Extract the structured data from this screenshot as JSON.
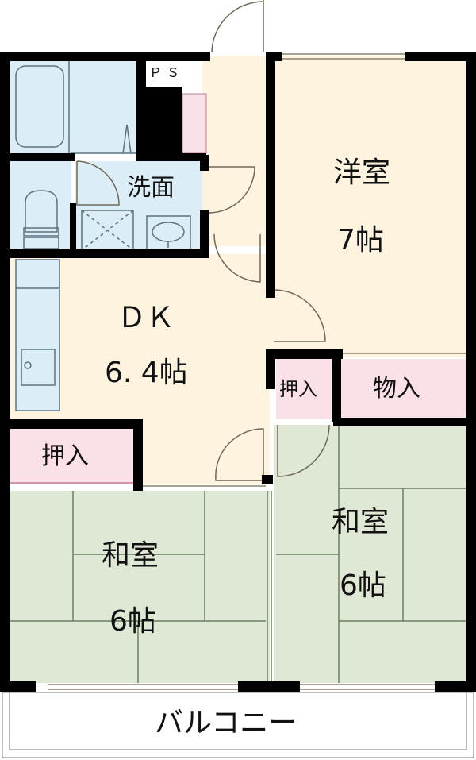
{
  "floor_plan": {
    "colors": {
      "wall": "#000000",
      "wood_floor": "#fdf3df",
      "wet_area": "#dcedf7",
      "closet": "#fbe1e7",
      "tatami": "#dfe8d4",
      "tatami_line": "#6b7d5e",
      "fixture_line": "#5a7480",
      "door_line": "#6f6a58",
      "balcony": "#ffffff"
    },
    "rooms": {
      "western_room": {
        "name": "洋室",
        "size": "7帖"
      },
      "dining_kitchen": {
        "name": "ＤＫ",
        "size": "6. 4帖"
      },
      "washroom": {
        "name": "洗面"
      },
      "japanese_room_left": {
        "name": "和室",
        "size": "6帖"
      },
      "japanese_room_right": {
        "name": "和室",
        "size": "6帖"
      },
      "closet_left": {
        "name": "押入"
      },
      "closet_right": {
        "name": "押入"
      },
      "storage": {
        "name": "物入"
      },
      "pipe_space": {
        "name": "ＰＳ"
      },
      "balcony": {
        "name": "バルコニー"
      }
    }
  }
}
